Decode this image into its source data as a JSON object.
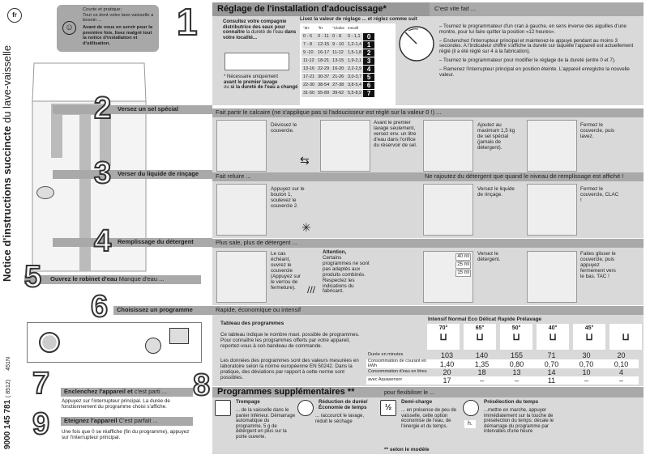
{
  "lang": "fr",
  "side_title_bold": "Notice d'instructions succincte",
  "side_title_rest": " du lave-vaisselle",
  "doc_code": "9000 145 781",
  "doc_code_suffix": "( 8512)",
  "doc_model": "451N",
  "intro": {
    "line1": "Courte et pratique:",
    "line2": "Tout ce dont votre lave-vaisselle a besoin ...",
    "bold": "Avant de vous en servir pour la première fois, lisez malgré tout la notice d'installation et d'utilisation."
  },
  "steps": {
    "s1": {
      "num": "1",
      "title": "Réglage de l'installation d'adoucissage*",
      "right": "C'est vite fait ...",
      "consult_bold1": "Consultez votre compagnie distributrice des eaux pour",
      "consult_bold2": "connaître",
      "consult_rest": " la dureté de l'eau",
      "consult_bold3": "dans votre localité...",
      "note1": "* Nécessaire uniquement",
      "note2": "avant le premier lavage",
      "note3": "ou",
      "note4": "si la dureté de l'eau a changé",
      "table_caption": "Lisez la valeur de réglage ... et réglez comme suit",
      "table_headers": [
        "°dH",
        "°fH",
        "°Clarke",
        "mmol/l"
      ],
      "table_rows": [
        [
          "0 - 6",
          "0 - 11",
          "0 - 8",
          "0 - 1,1",
          "0"
        ],
        [
          "7 - 8",
          "12-15",
          "9 - 10",
          "1,2-1,4",
          "1"
        ],
        [
          "9 -10",
          "16-17",
          "11-12",
          "1,5-1,8",
          "2"
        ],
        [
          "11-12",
          "18-21",
          "13-15",
          "1,9-2,1",
          "3"
        ],
        [
          "13-16",
          "22-29",
          "16-20",
          "2,2-2,9",
          "4"
        ],
        [
          "17-21",
          "30-37",
          "21-26",
          "3,0-3,7",
          "5"
        ],
        [
          "22-30",
          "38-54",
          "27-38",
          "3,8-5,4",
          "6"
        ],
        [
          "31-50",
          "55-89",
          "39-62",
          "5,5-8,9",
          "7"
        ]
      ],
      "instructions": [
        "– Tournez le programmateur d'un cran à gauche, en sens inverse des aiguilles d'une montre, pour lui faire quitter la position «12 heures».",
        "– Enclenchez l'interrupteur principal et maintenez-le appuyé pendant au moins 3 secondes. A l'indicateur chiffré s'affiche la dureté sur laquelle l'appareil est actuellement réglé (il a été réglé sur 4 à la fabrication).",
        "– Tournez le programmateur pour modifier le réglage de la dureté (entre 0 et 7).",
        "– Ramenez l'interrupteur principal en position éteinte. L'appareil enregistre la nouvelle valeur."
      ]
    },
    "s2": {
      "num": "2",
      "title": "Versez un sel spécial",
      "bar": "Fait partir le calcaire (ne s'applique pas si l'adoucisseur est réglé sur la valeur 0 !) ...",
      "c1": "Dévissez le couvercle.",
      "c2": "Avant le premier lavage seulement, versez env. un litre d'eau dans l'orifice du réservoir de sel.",
      "c3": "Ajoutez au maximum 1,5 kg de sel spécial (jamais de détergent).",
      "c4": "Fermez le couvercle, puis lavez."
    },
    "s3": {
      "num": "3",
      "title": "Verser du liquide de rinçage",
      "bar": "Fait reluire ...",
      "bar_right": "Ne rajoutez du détergent que quand le niveau de remplissage est affiché !",
      "c1": "Appuyez sur le bouton 1, soulevez le couvercle 2.",
      "c3": "Versez le liquide de rinçage.",
      "c4": "Fermez le couvercle, CLAC !"
    },
    "s4": {
      "num": "4",
      "title": "Remplissage du détergent",
      "bar": "Plus sale, plus de détergent ...",
      "c1": "Le cas échéant, ouvrez le couvercle (Appuyez sur le verrou de fermeture).",
      "attention": "Attention,",
      "c2": "Certains programmes ne sont pas adaptés aux produits combinés. Respectez les indications du fabricant.",
      "levels": [
        "40 ml",
        "25 ml",
        "15 ml"
      ],
      "c3": "Versez le détergent.",
      "c4": "Faites glisser le couvercle, puis appuyez fermement vers le bas. TAC !"
    },
    "s5": {
      "num": "5",
      "title": "Ouvrez le robinet d'eau",
      "rest": " Manque d'eau ..."
    },
    "s6": {
      "num": "6",
      "title": "Choisissez un programme",
      "bar": "Rapide, économique ou intensif"
    },
    "s7": {
      "num": "7",
      "title": "Enclenchez l'appareil et",
      "rest": " c'est parti ...",
      "text": "Appuyez sur l'interrupteur principal. La durée de fonctionnement du programme choisi s'affiche."
    },
    "s8": {
      "num": "8",
      "title": "Programmes supplémentaires **",
      "bar": "pour flexibiliser le ..."
    },
    "s9": {
      "num": "9",
      "title": "Eteignez l'appareil",
      "rest": " C'est parfait ...",
      "text": "Une fois que 0 se réaffiche (fin du programme), appuyez sur l'interrupteur principal."
    }
  },
  "programs": {
    "title": "Tableau des programmes",
    "p1": "Ce tableau indique le nombre maxi. possible de programmes. Pour connaître les programmes offerts par votre appareil, reportez-vous à son bandeau de commande.",
    "p2": "Les données des programmes sont des valeurs mesurées en laboratoire selon la norme européenne EN 50242. Dans la pratique, des déviations par rapport à cette norme sont possibles.",
    "names": "Intensif Normal Eco Délicat Rapide Prélavage",
    "temps": [
      "70°",
      "65°",
      "50°",
      "40°",
      "45°",
      ""
    ],
    "rows": [
      {
        "label": "Durée en minutes",
        "values": [
          "103",
          "140",
          "155",
          "71",
          "30",
          "20"
        ]
      },
      {
        "label": "Consommation de courant en kWh",
        "values": [
          "1,40",
          "1,35",
          "0,80",
          "0,70",
          "0,70",
          "0,10"
        ]
      },
      {
        "label": "Consommation d'eau en litres",
        "values": [
          "20",
          "18",
          "13",
          "14",
          "10",
          "4"
        ]
      },
      {
        "label": "avec Aquasensor",
        "values": [
          "17",
          "–",
          "–",
          "11",
          "–",
          "–"
        ]
      }
    ]
  },
  "options": [
    {
      "title": "Trempage",
      "text": "... de la vaisselle dans le panier inférieur. Démarrage automatique du programme, 5 g de détergent en plus sur la porte ouverte.",
      "icon": "soak-icon"
    },
    {
      "title": "Réduction de durée/ Économie de temps",
      "text": "... raccourcit le lavage, réduit le séchage",
      "icon": "timer-icon"
    },
    {
      "title": "Demi-charge",
      "text": "... en présence de peu de vaisselle, cette option économise de l'eau, de l'énergie et du temps.",
      "icon": "half-load-icon",
      "glyph": "½"
    },
    {
      "title": "Présélection du temps",
      "text": "...mettre en marche, appuyer immédiatement sur la touche de présélection du temps: décale le démarrage du programme par intervalles d'une heure",
      "icon": "clock-icon",
      "glyph": "h."
    }
  ],
  "footnote": "** selon le modèle"
}
